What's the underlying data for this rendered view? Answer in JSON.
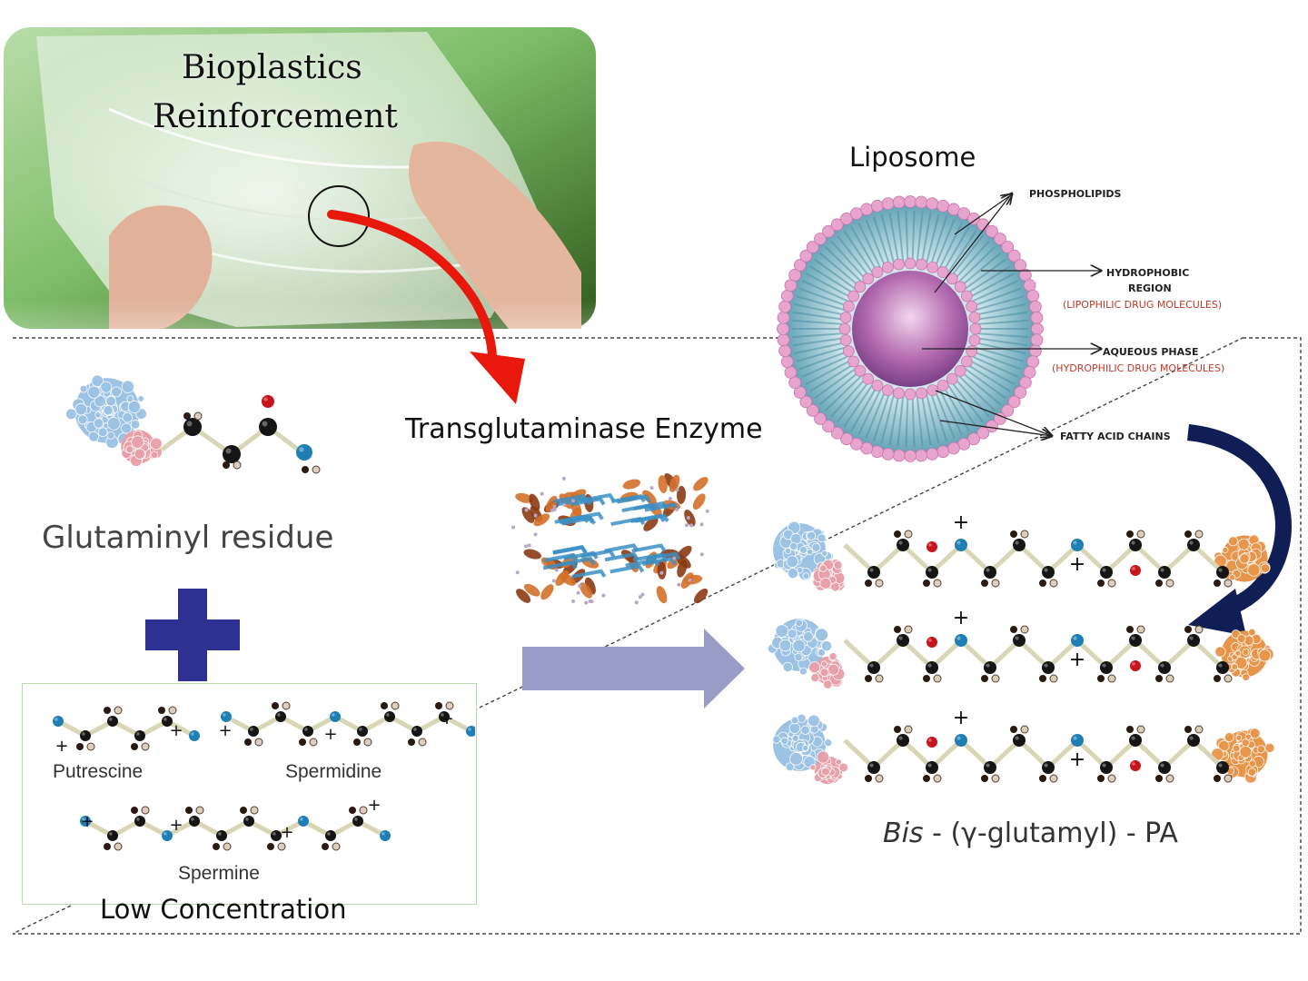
{
  "photo": {
    "title_line1": "Bioplastics",
    "title_line2": "Reinforcement"
  },
  "liposome": {
    "title": "Liposome",
    "labels": {
      "phospholipids": "PHOSPHOLIPIDS",
      "hydrophobic_1": "HYDROPHOBIC",
      "hydrophobic_2": "REGION",
      "lipophilic": "(LIPOPHILIC DRUG MOLECULES)",
      "aqueous": "AQUEOUS PHASE",
      "hydrophilic": "(HYDROPHILIC DRUG MOLECULES)",
      "fatty": "FATTY ACID CHAINS"
    }
  },
  "enzyme": {
    "label": "Transglutaminase Enzyme"
  },
  "left": {
    "glutaminyl_label": "Glutaminyl residue",
    "polyamines": {
      "putrescine": "Putrescine",
      "spermidine": "Spermidine",
      "spermine": "Spermine",
      "concentration": "Low Concentration"
    }
  },
  "product": {
    "label_italic": "Bis",
    "label_rest": " - (γ-glutamyl) - PA"
  },
  "colors": {
    "red_arrow": "#e8180c",
    "navy_arrow": "#0f1f55",
    "plus": "#2e3192",
    "process_arrow": "#9a9cc8",
    "liposome_head": "#e7a4cd",
    "liposome_tail": "#6fa7b9",
    "protein_blue": "#9cc3e4",
    "protein_pink": "#e8a0a8",
    "protein_orange": "#e8954a",
    "atom_blue": "#1f7fb5",
    "atom_red": "#c8151b"
  }
}
